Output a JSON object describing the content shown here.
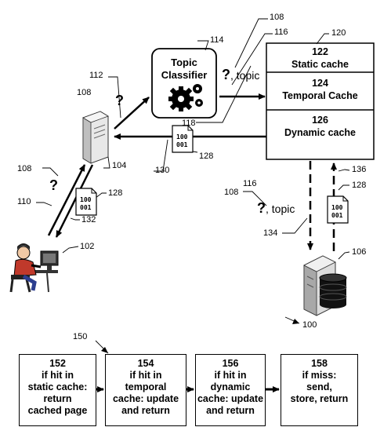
{
  "figure_ref": "100",
  "topic_classifier": {
    "ref": "114",
    "line1": "Topic",
    "line2": "Classifier"
  },
  "cache": {
    "ref": "120",
    "static": {
      "ref": "122",
      "label": "Static cache"
    },
    "temporal": {
      "ref": "124",
      "label": "Temporal Cache"
    },
    "dynamic": {
      "ref": "126",
      "label": "Dynamic cache"
    }
  },
  "frontend_server_ref": "104",
  "backend_server_ref": "106",
  "user_ref": "102",
  "query_symbol": "?",
  "query_topic_label": ", topic",
  "doc_lines": [
    "100",
    "001"
  ],
  "refs": {
    "query_top": "108",
    "topic_top": "116",
    "query_left_upper": "108",
    "arrow_112": "112",
    "arrow_118": "118",
    "arrow_130": "130",
    "doc_mid": "128",
    "query_left_lower": "108",
    "arrow_110": "110",
    "doc_left": "128",
    "arrow_132": "132",
    "query_mid_label": "108",
    "topic_mid": "116",
    "arrow_134": "134",
    "arrow_136": "136",
    "doc_right": "128"
  },
  "flow": {
    "ref": "150",
    "steps": [
      {
        "ref": "152",
        "lines": [
          "if hit in",
          "static cache:",
          "return",
          "cached page"
        ]
      },
      {
        "ref": "154",
        "lines": [
          "if hit in",
          "temporal",
          "cache: update",
          "and return"
        ]
      },
      {
        "ref": "156",
        "lines": [
          "if hit in",
          "dynamic",
          "cache: update",
          "and return"
        ]
      },
      {
        "ref": "158",
        "lines": [
          "if miss:",
          "send,",
          "store, return"
        ]
      }
    ]
  }
}
